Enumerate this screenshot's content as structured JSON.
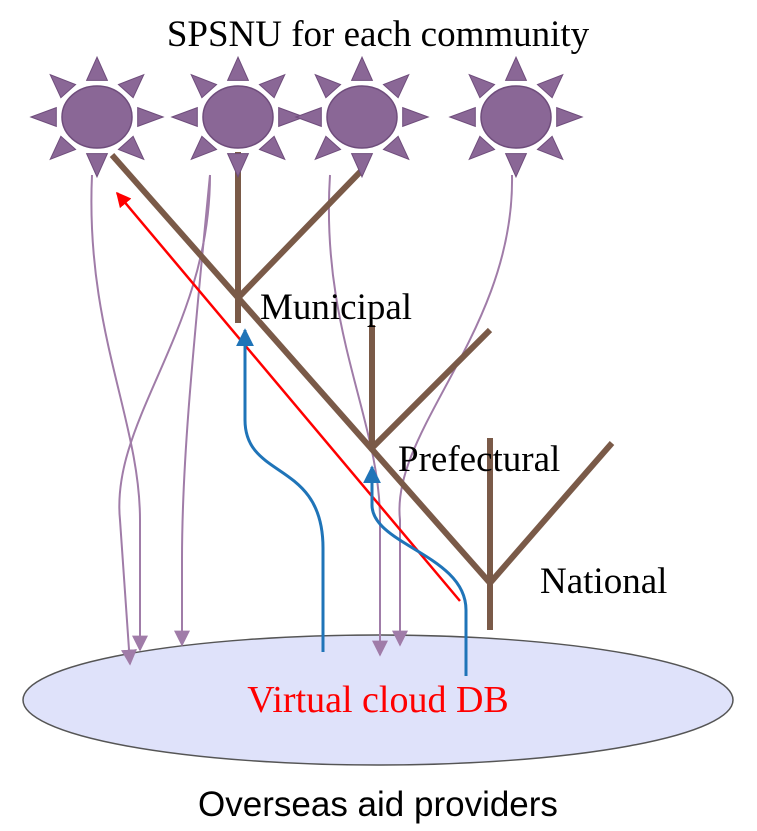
{
  "title": "SPSNU for each community",
  "labels": {
    "municipal": "Municipal",
    "prefectural": "Prefectural",
    "national": "National"
  },
  "database": {
    "label": "Virtual cloud DB"
  },
  "caption": "Overseas aid providers",
  "colors": {
    "tree": "#7a5a48",
    "sun": "#8a6796",
    "sun_edge": "#6f4d7c",
    "purple_line": "#a07ca8",
    "blue_line": "#1f74b8",
    "red_line": "#ff0000",
    "db_fill": "#dfe2fa",
    "db_text": "#ff0000"
  },
  "icons": {
    "community": "sun-icon"
  }
}
